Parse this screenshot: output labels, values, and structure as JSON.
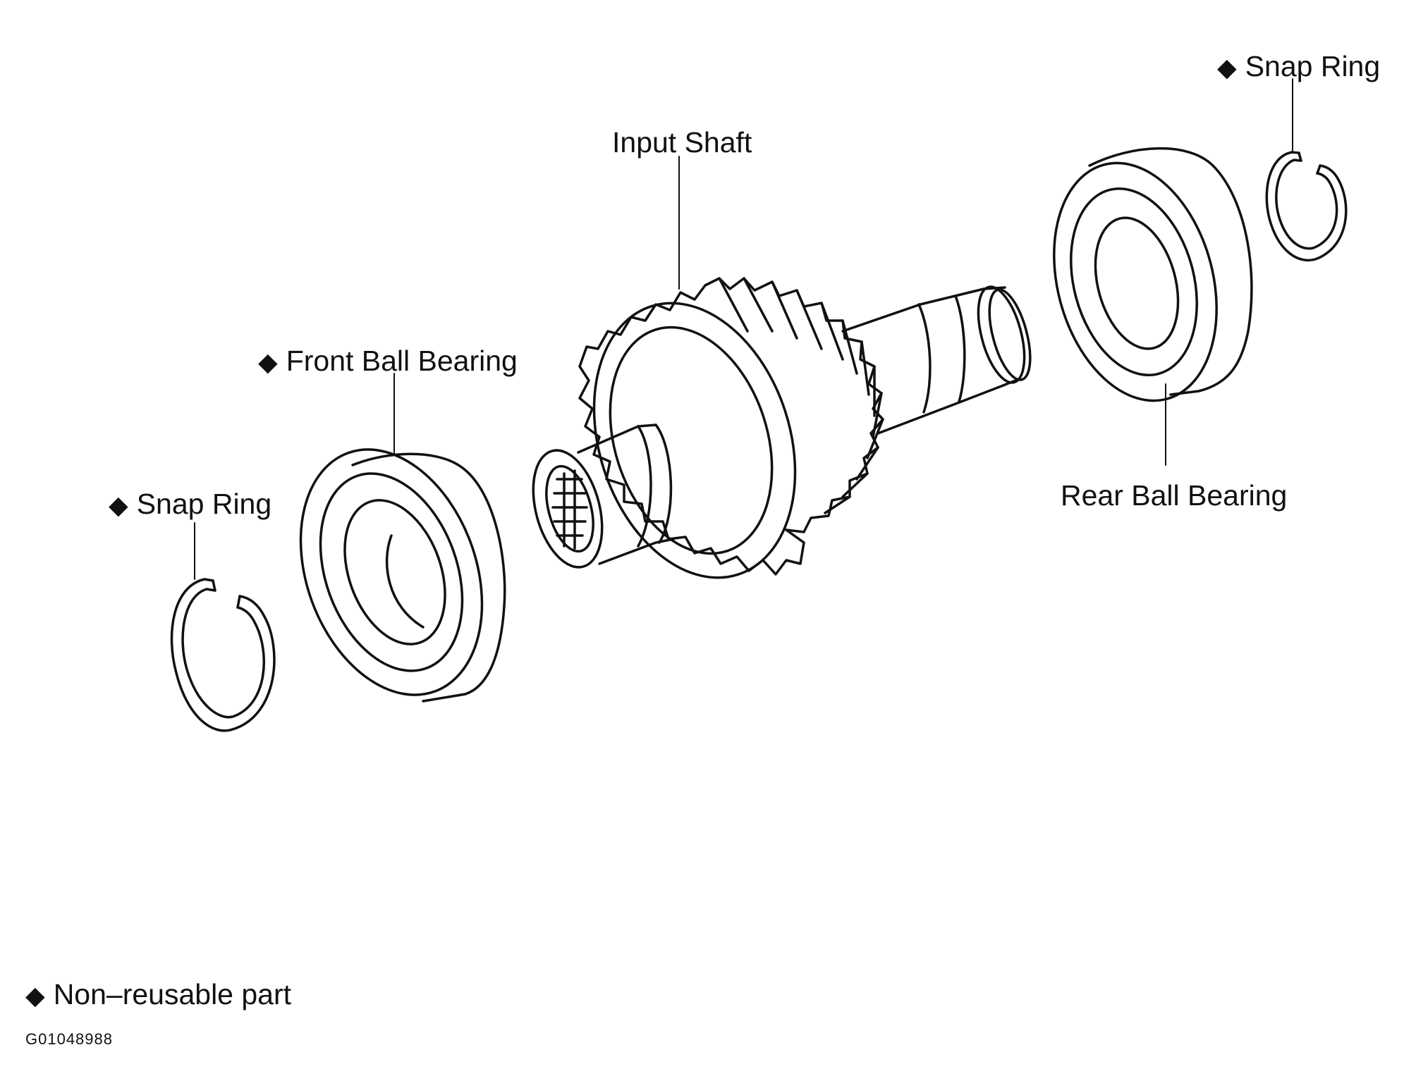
{
  "labels": {
    "snap_ring_rear": "Snap Ring",
    "input_shaft": "Input Shaft",
    "front_ball_bearing": "Front Ball Bearing",
    "rear_ball_bearing": "Rear Ball Bearing",
    "snap_ring_front": "Snap Ring"
  },
  "marker_symbol": "◆",
  "legend": {
    "text": "Non–reusable part"
  },
  "figure_code": "G01048988",
  "colors": {
    "line": "#111111",
    "background": "#ffffff"
  }
}
